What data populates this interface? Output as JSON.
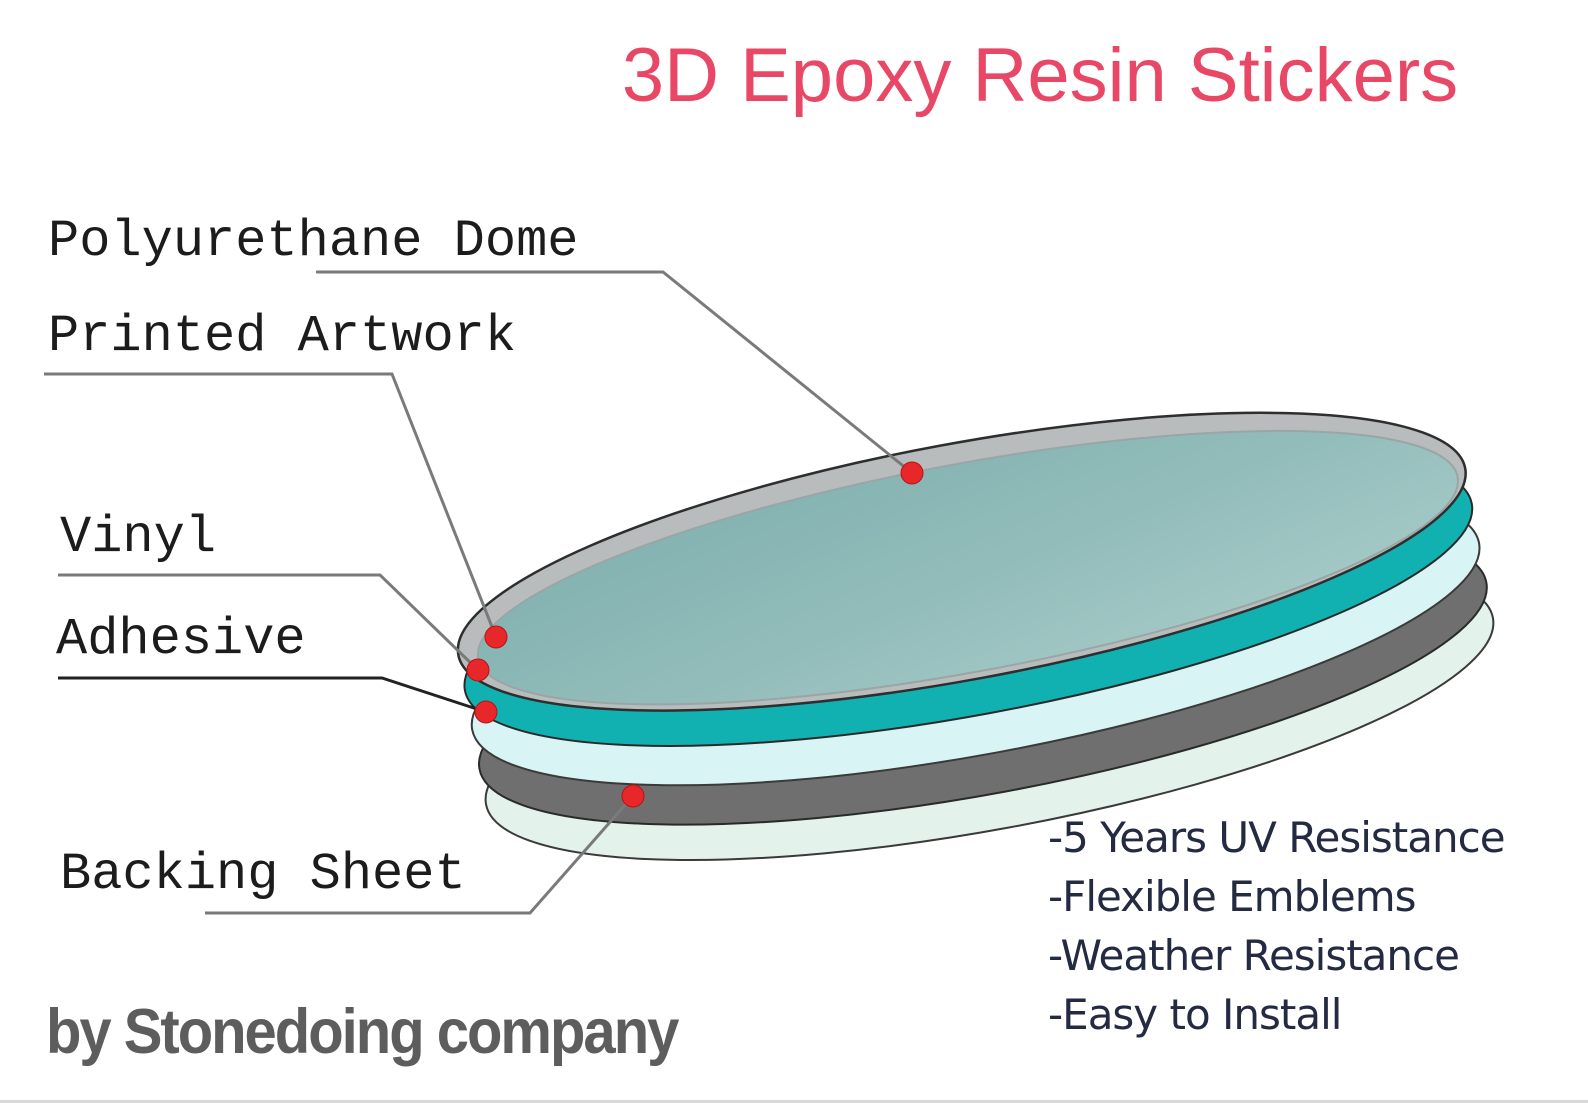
{
  "title": "3D Epoxy Resin Stickers",
  "layers": [
    {
      "id": "polyurethane-dome",
      "label": "Polyurethane Dome"
    },
    {
      "id": "printed-artwork",
      "label": "Printed Artwork"
    },
    {
      "id": "vinyl",
      "label": "Vinyl"
    },
    {
      "id": "adhesive",
      "label": "Adhesive"
    },
    {
      "id": "backing-sheet",
      "label": "Backing Sheet"
    }
  ],
  "features": [
    "-5 Years UV Resistance",
    "-Flexible Emblems",
    "-Weather Resistance",
    "-Easy to Install"
  ],
  "company": {
    "by": "by",
    "name": "Stonedoing company"
  },
  "colors": {
    "title": "#e84866",
    "marker": "#e8272a",
    "leader": "#777777",
    "dome": "#8cb6b4",
    "artwork": "#12b3b3",
    "vinyl": "#d8f4f4",
    "adhesive": "#6f6f6f",
    "backing": "#e1f2ea"
  }
}
